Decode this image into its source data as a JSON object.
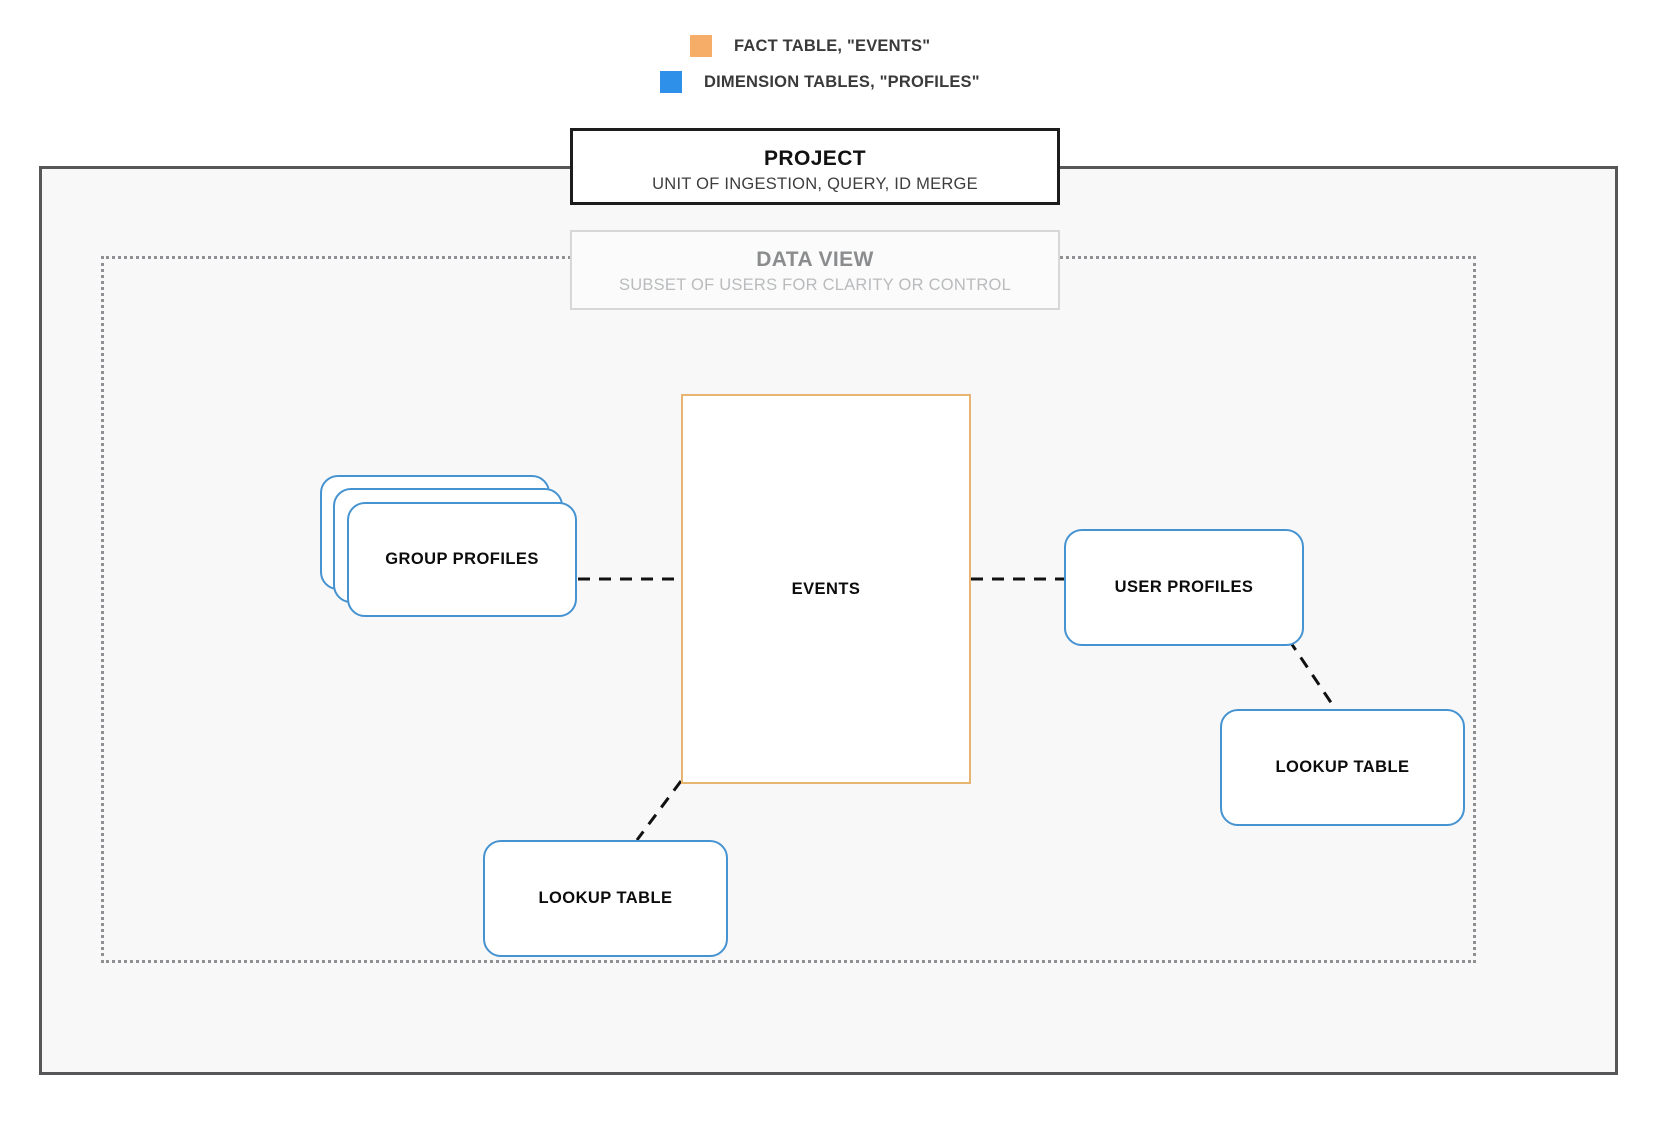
{
  "legend": {
    "items": [
      {
        "label": "FACT TABLE, \"EVENTS\"",
        "color": "#f5ad68",
        "icon": "orange-square-swatch"
      },
      {
        "label": "DIMENSION TABLES, \"PROFILES\"",
        "color": "#2f90ea",
        "icon": "blue-square-swatch"
      }
    ]
  },
  "project": {
    "title": "PROJECT",
    "subtitle": "UNIT OF INGESTION, QUERY, ID MERGE",
    "border_color": "#1c1c1c"
  },
  "data_view": {
    "title": "DATA VIEW",
    "subtitle": "SUBSET OF USERS FOR CLARITY OR CONTROL",
    "border_color": "#d7d7d7",
    "text_color": "#8a8c8e"
  },
  "nodes": {
    "events": {
      "label": "EVENTS",
      "type": "fact-table",
      "color": "#e8b471"
    },
    "group_profiles": {
      "label": "GROUP PROFILES",
      "type": "dimension-table-stack",
      "color": "#4693d1",
      "stack_count": 3
    },
    "user_profiles": {
      "label": "USER PROFILES",
      "type": "dimension-table",
      "color": "#4693d1"
    },
    "lookup_table_right": {
      "label": "LOOKUP TABLE",
      "type": "dimension-table",
      "color": "#4693d1"
    },
    "lookup_table_left": {
      "label": "LOOKUP TABLE",
      "type": "dimension-table",
      "color": "#4693d1"
    }
  },
  "connections": [
    {
      "from": "group_profiles",
      "to": "events",
      "style": "dashed"
    },
    {
      "from": "events",
      "to": "user_profiles",
      "style": "dashed"
    },
    {
      "from": "user_profiles",
      "to": "lookup_table_right",
      "style": "dashed"
    },
    {
      "from": "events",
      "to": "lookup_table_left",
      "style": "dashed"
    }
  ],
  "chart_data": {
    "type": "diagram",
    "title": "PROJECT",
    "subtitle": "UNIT OF INGESTION, QUERY, ID MERGE",
    "legend": [
      "FACT TABLE, \"EVENTS\"",
      "DIMENSION TABLES, \"PROFILES\""
    ],
    "entities": [
      "EVENTS",
      "GROUP PROFILES",
      "USER PROFILES",
      "LOOKUP TABLE",
      "LOOKUP TABLE"
    ],
    "containers": [
      "PROJECT",
      "DATA VIEW"
    ]
  }
}
